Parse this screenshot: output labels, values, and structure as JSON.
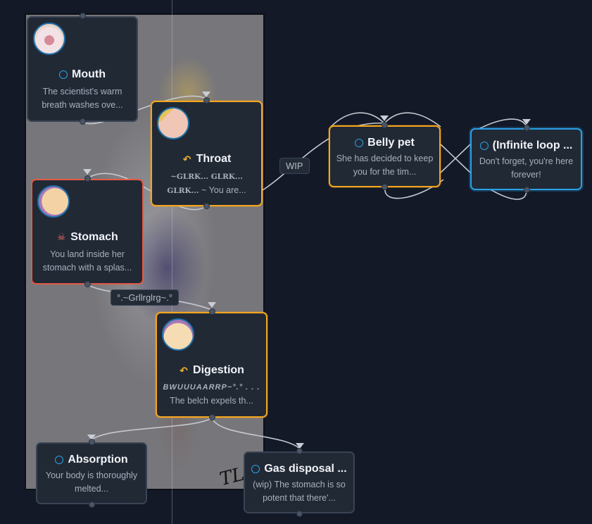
{
  "canvas": {
    "background_color": "#131927",
    "signature_text": "TLA"
  },
  "colors": {
    "orange": "#f3a51f",
    "red": "#e25a45",
    "blue": "#2aa0e4",
    "neutral_border": "#384252"
  },
  "nodes": {
    "mouth": {
      "title": "Mouth",
      "icon": "circle-icon",
      "description": "The scientist's warm breath washes ove..."
    },
    "throat": {
      "title": "Throat",
      "icon": "loop-arrow-icon",
      "description_caps": "~GLRK... GLRK... GLRK...",
      "description_rest": " ~ You are..."
    },
    "stomach": {
      "title": "Stomach",
      "icon": "skull-icon",
      "description": "You land inside her stomach with a splas..."
    },
    "digestion": {
      "title": "Digestion",
      "icon": "loop-arrow-icon",
      "description_caps": "BWUUUAARRP~°.° . . .",
      "description_rest": "The belch expels th..."
    },
    "belly_pet": {
      "title": "Belly pet",
      "icon": "circle-icon",
      "description": "She has decided to keep you for the tim..."
    },
    "infinite_loop": {
      "title": "(Infinite loop ...",
      "icon": "circle-icon",
      "description": "Don't forget, you're here forever!"
    },
    "absorption": {
      "title": "Absorption",
      "icon": "circle-icon",
      "description": "Your body is thoroughly melted..."
    },
    "gas_disposal": {
      "title": "Gas disposal ...",
      "icon": "circle-icon",
      "description": "(wip) The stomach is so potent that there'..."
    }
  },
  "edge_labels": {
    "wip": "WIP",
    "grllrglrg": "°.~Grllrglrg~.°"
  }
}
